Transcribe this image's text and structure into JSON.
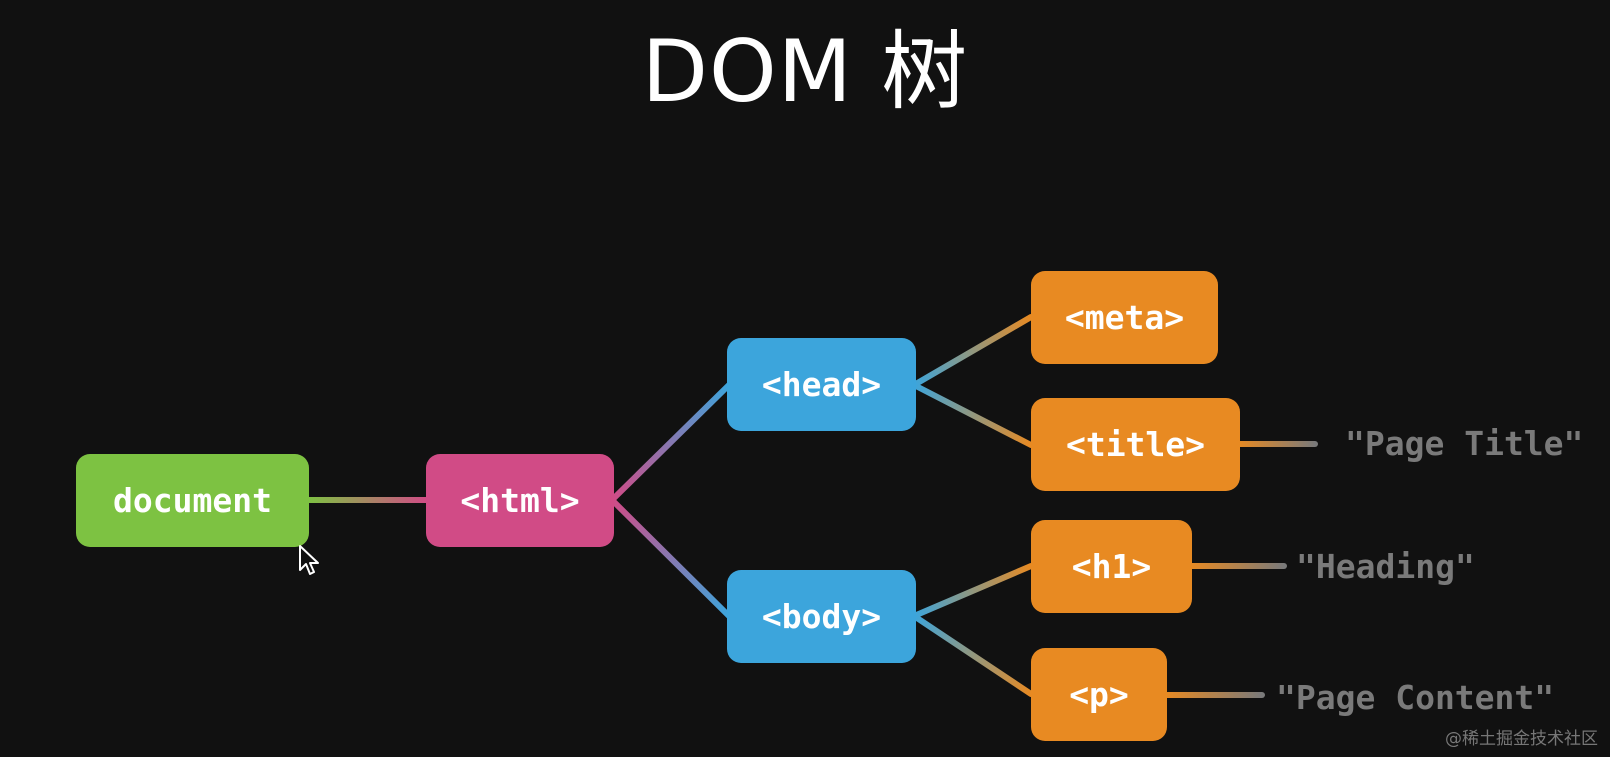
{
  "title": "DOM 树",
  "nodes": {
    "document": "document",
    "html": "<html>",
    "head": "<head>",
    "body": "<body>",
    "meta": "<meta>",
    "title": "<title>",
    "h1": "<h1>",
    "p": "<p>"
  },
  "text_nodes": {
    "page_title": "\"Page Title\"",
    "heading": "\"Heading\"",
    "page_content": "\"Page Content\""
  },
  "colors": {
    "background": "#111111",
    "document": "#7dc242",
    "html": "#d14b86",
    "head_body": "#3ca5dc",
    "leaf_elements": "#e88a22",
    "text_nodes": "#7a7a7a"
  },
  "icons": {
    "pointer": "mouse-pointer-icon"
  },
  "watermark": "@稀土掘金技术社区"
}
